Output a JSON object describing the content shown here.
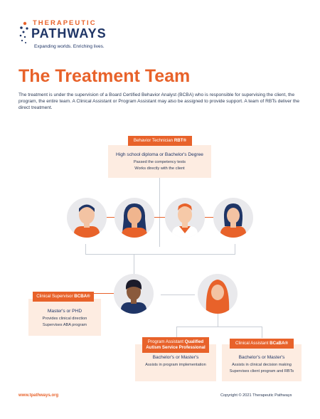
{
  "logo": {
    "top": "THERAPEUTIC",
    "main": "PATHWAYS",
    "tagline": "Expanding worlds. Enriching lives."
  },
  "title": "The Treatment Team",
  "intro": "The treatment is under the supervision of a Board Certified Behavior Analyst (BCBA) who is responsible for supervising the client, the program, the entire team. A Clinical Assistant or Program Assistant may also be assigned to provide support. A team of RBTs deliver the direct treatment.",
  "rbt": {
    "role": "Behavior Technician ",
    "abbr": "RBT®",
    "line1": "High school diploma or Bachelor's Degree",
    "line2": "Passed the competency tests",
    "line3": "Works directly with the client"
  },
  "bcba": {
    "role": "Clinical Supervisor ",
    "abbr": "BCBA®",
    "line1": "Master's or PHD",
    "line2": "Provides clinical direction",
    "line3": "Supervises ABA program"
  },
  "pa": {
    "role": "Program Assistant ",
    "abbr": "Qualified Autism Service Professional",
    "line1": "Bachelor's or Master's",
    "line2": "Assists in program implementation"
  },
  "ca": {
    "role": "Clinical Assistant ",
    "abbr": "BCaBA®",
    "line1": "Bachelor's or Master's",
    "line2": "Assists in clinical decision making",
    "line3": "Supervises client program and RBTs"
  },
  "footer": {
    "url": "www.tpathways.org",
    "copyright": "Copyright © 2021 Therapeutic Pathways"
  },
  "colors": {
    "accent": "#e8622a",
    "navy": "#1f3566",
    "box": "#fdece1"
  }
}
